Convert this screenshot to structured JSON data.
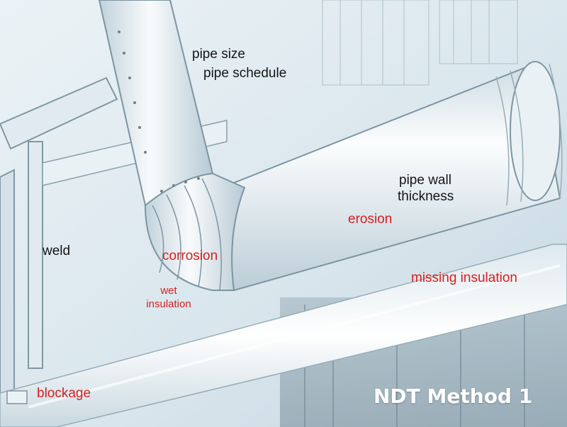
{
  "title": "NDT Method 1",
  "labels": {
    "pipe_size": "pipe size",
    "pipe_schedule": "pipe schedule",
    "pipe_wall": "pipe wall",
    "thickness": "thickness",
    "weld": "weld",
    "erosion": "erosion",
    "corrosion": "corrosion",
    "missing_insulation": "missing insulation",
    "wet": "wet",
    "insulation": "insulation",
    "blockage": "blockage"
  },
  "colors": {
    "defect_label": "#d61f1f",
    "info_label": "#151515",
    "title": "#ffffff"
  }
}
